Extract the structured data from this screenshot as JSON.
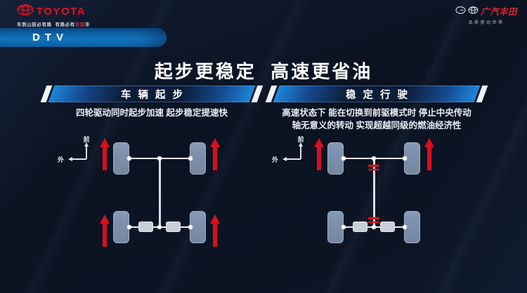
{
  "header": {
    "toyota": {
      "name": "TOYOTA",
      "slogan_pre": "车到山前必有路  有路必有",
      "slogan_red": "丰田",
      "slogan_post": "车"
    },
    "gac": {
      "name": "广汽丰田",
      "slogan": "品质感动世界"
    }
  },
  "badge": {
    "label": "DTV"
  },
  "title": "起步更稳定  高速更省油",
  "panels": [
    {
      "header": "车辆起步",
      "desc_lines": [
        "四轮驱动同时起步加速 起步稳定提速快"
      ]
    },
    {
      "header": "稳定行驶",
      "desc_lines": [
        "高速状态下 能在切换到前驱模式时 停止中央传动",
        "轴无意义的转动 实现超越同级的燃油经济性"
      ]
    }
  ],
  "diagrams": [
    {
      "name": "four-wheel-drive-start",
      "compass": {
        "front": "前",
        "outer": "外"
      },
      "driven_wheels": [
        "front-left",
        "front-right",
        "rear-left",
        "rear-right"
      ],
      "propshaft_disconnected": false
    },
    {
      "name": "front-drive-cruise",
      "compass": {
        "front": "前",
        "outer": "外"
      },
      "driven_wheels": [
        "front-left",
        "front-right"
      ],
      "propshaft_disconnected": true
    }
  ],
  "colors": {
    "toyota_red": "#e60f22",
    "arrow_red": "#d80f1e",
    "accent_blue": "#1e86d8",
    "wheel_blue": "#7b90ae",
    "background_navy": "#0b1322"
  }
}
